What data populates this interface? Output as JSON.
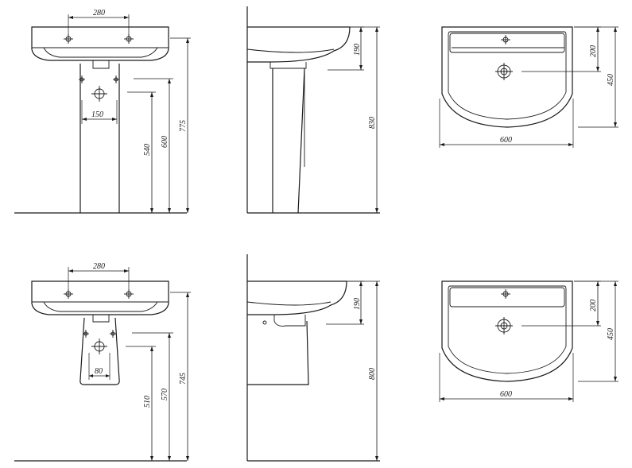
{
  "dims": {
    "top_front_tap_spacing": "280",
    "top_front_waste_width": "150",
    "top_front_waste_height": "540",
    "top_front_inlet_height": "600",
    "top_front_rim_height": "775",
    "top_side_depth_to_waste": "190",
    "top_side_total_height": "830",
    "top_plan_tap_offset": "200",
    "top_plan_depth": "450",
    "top_plan_width": "600",
    "bot_front_tap_spacing": "280",
    "bot_front_waste_width": "80",
    "bot_front_waste_height": "510",
    "bot_front_inlet_height": "570",
    "bot_front_rim_height": "745",
    "bot_side_depth_to_waste": "190",
    "bot_side_total_height": "800",
    "bot_plan_tap_offset": "200",
    "bot_plan_depth": "450",
    "bot_plan_width": "600"
  }
}
